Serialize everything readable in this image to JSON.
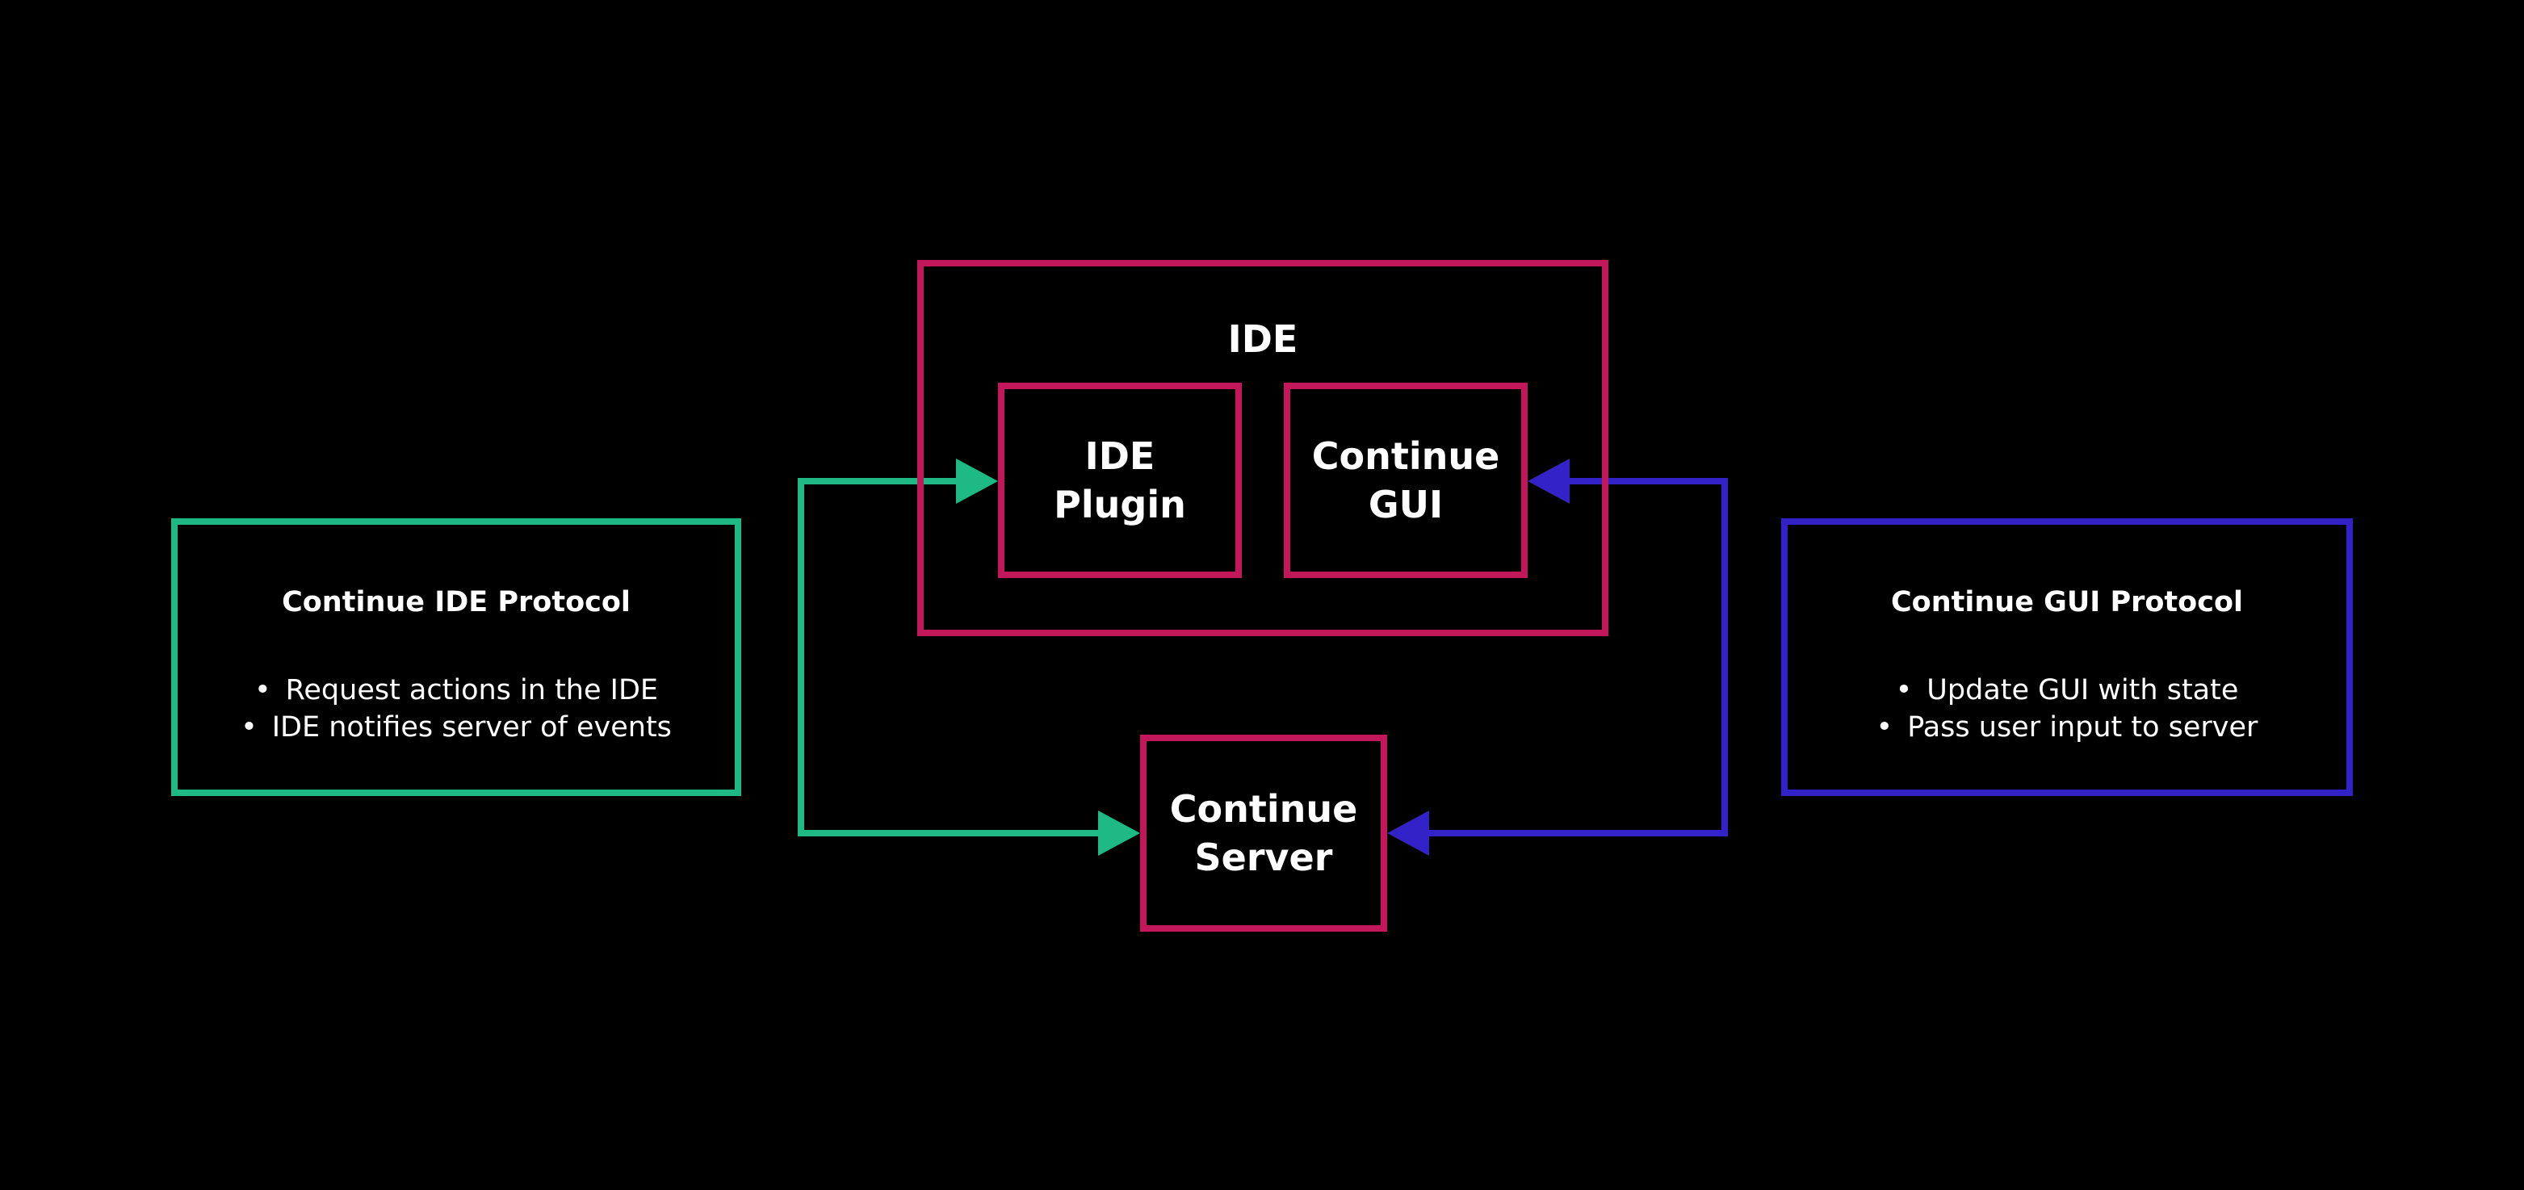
{
  "colors": {
    "background": "#000000",
    "component_border": "#c2185b",
    "ide_protocol": "#1fb985",
    "gui_protocol": "#3322c8",
    "text": "#ffffff"
  },
  "ide": {
    "title": "IDE",
    "plugin_label": "IDE\nPlugin",
    "gui_label": "Continue\nGUI"
  },
  "server": {
    "label": "Continue\nServer"
  },
  "ide_protocol": {
    "title": "Continue IDE Protocol",
    "items": [
      "Request actions in the IDE",
      "IDE notifies server of events"
    ]
  },
  "gui_protocol": {
    "title": "Continue GUI Protocol",
    "items": [
      "Update GUI with state",
      "Pass user input to server"
    ]
  },
  "bullet_char": "•"
}
